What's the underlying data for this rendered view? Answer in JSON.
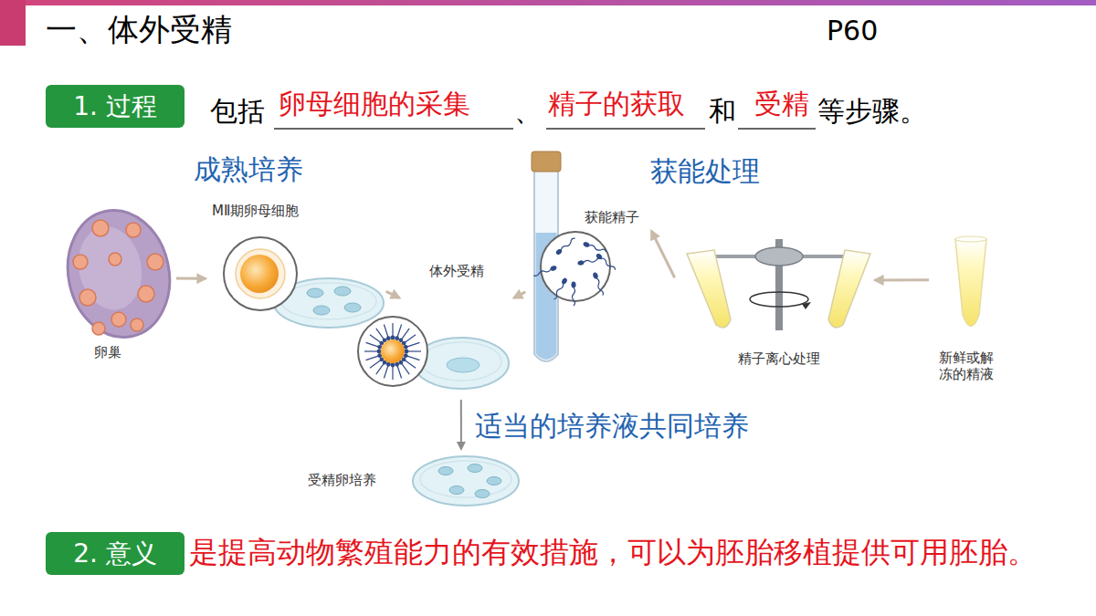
{
  "diagram": {
    "title": "一、体外受精",
    "nodes": [
      {
        "text": [
          "1. 过程"
        ]
      },
      {
        "text": [
          "卵巢"
        ]
      },
      {
        "text": [
          "MⅡ期卵母细胞"
        ]
      },
      {
        "text": [
          "体外受精"
        ]
      },
      {
        "text": [
          "获能精子"
        ]
      },
      {
        "text": [
          "精子离心处理"
        ]
      },
      {
        "text": [
          "新鲜或解冻的精液"
        ]
      },
      {
        "text": [
          "受精卵培养"
        ]
      },
      {
        "text": [
          "2. 意义"
        ]
      }
    ],
    "edges": [
      {
        "from": 1,
        "to": 2,
        "arrow": "to"
      },
      {
        "from": 2,
        "to": 3,
        "arrow": "to"
      },
      {
        "from": 4,
        "to": 3,
        "arrow": "to"
      },
      {
        "from": 5,
        "to": 4,
        "arrow": "to"
      },
      {
        "from": 6,
        "to": 5,
        "arrow": "to"
      },
      {
        "from": 3,
        "to": 7,
        "label": "适当的培养液共同培养",
        "arrow": "to"
      }
    ],
    "labels": [
      "P60",
      "包括",
      "卵母细胞的采集",
      "、",
      "精子的获取",
      "和",
      "受精",
      "等步骤。",
      "成熟培养",
      "获能处理",
      "是提高动物繁殖能力的有效措施，可以为胚胎移植提供可用胚胎。"
    ]
  }
}
